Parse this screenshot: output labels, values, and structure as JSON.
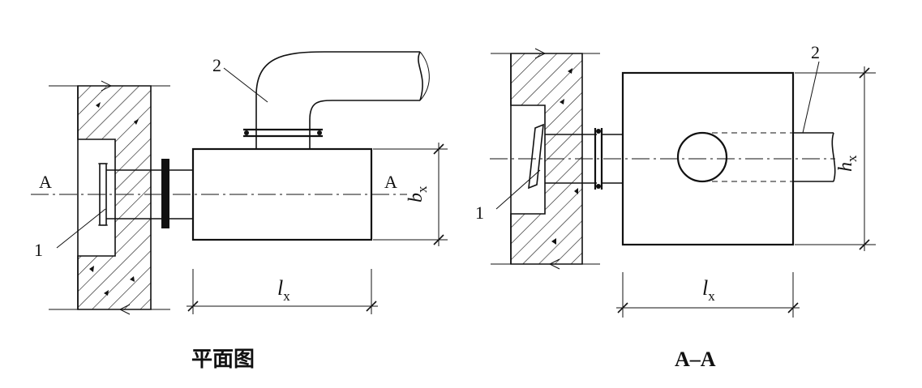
{
  "plan_view": {
    "title": "平面图",
    "section_mark_left": "A",
    "section_mark_right": "A",
    "callout_1": "1",
    "callout_2": "2",
    "dim_length_letter": "l",
    "dim_length_sub": "x",
    "dim_width_letter": "b",
    "dim_width_sub": "x"
  },
  "section_view": {
    "title": "A–A",
    "callout_1": "1",
    "callout_2": "2",
    "dim_length_letter": "l",
    "dim_length_sub": "x",
    "dim_height_letter": "h",
    "dim_height_sub": "x"
  }
}
